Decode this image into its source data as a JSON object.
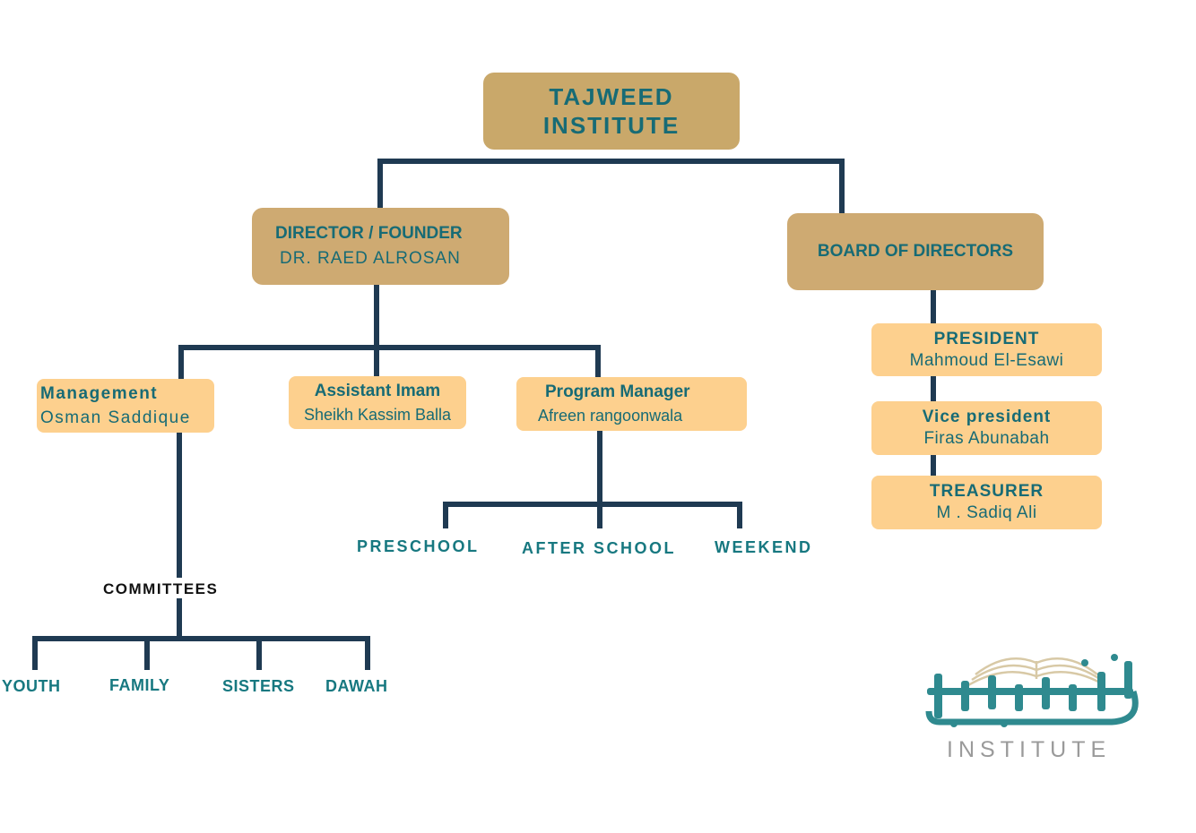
{
  "root": {
    "line1": "TAJWEED",
    "line2": "INSTITUTE"
  },
  "director": {
    "title": "DIRECTOR / FOUNDER",
    "name": "DR. RAED ALROSAN"
  },
  "board": {
    "title": "BOARD OF DIRECTORS"
  },
  "board_members": [
    {
      "role": "PRESIDENT",
      "name": "Mahmoud El-Esawi"
    },
    {
      "role": "Vice president",
      "name": "Firas Abunabah"
    },
    {
      "role": "TREASURER",
      "name": "M . Sadiq Ali"
    }
  ],
  "management": {
    "title": "Management",
    "name": "Osman Saddique"
  },
  "assistant_imam": {
    "title": "Assistant Imam",
    "name": "Sheikh Kassim Balla"
  },
  "program_manager": {
    "title": "Program Manager",
    "name": "Afreen rangoonwala"
  },
  "programs": [
    "PRESCHOOL",
    "AFTER SCHOOL",
    "WEEKEND"
  ],
  "committees": {
    "title": "COMMITTEES",
    "items": [
      "YOUTH",
      "FAMILY",
      "SISTERS",
      "DAWAH"
    ]
  },
  "logo": {
    "text": "INSTITUTE"
  },
  "colors": {
    "root_box": "#c9a86a",
    "secondary_box": "#ceaa72",
    "leaf_box": "#fdd08e",
    "text_teal": "#176b75",
    "connector": "#1f3a52"
  }
}
